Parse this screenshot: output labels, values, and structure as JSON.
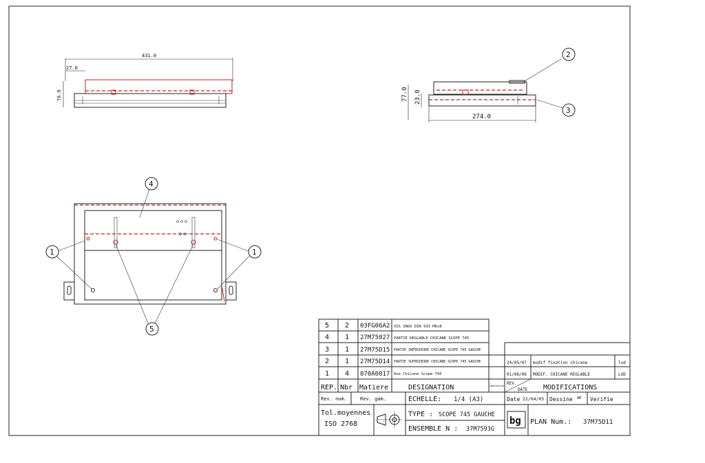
{
  "dimensions": {
    "top_width": "431.0",
    "top_small": "27.0",
    "top_height": "76.6",
    "side_height": "77.0",
    "side_small": "23.0",
    "side_width": "274.0"
  },
  "callouts": [
    "1",
    "1",
    "2",
    "3",
    "4",
    "5"
  ],
  "bom": [
    {
      "rep": "5",
      "nbr": "2",
      "matiere": "03FG06A2",
      "designation": "VIS INOX DIN 933 M6x8"
    },
    {
      "rep": "4",
      "nbr": "1",
      "matiere": "27M75027",
      "designation": "PARTIE REGLABLE CHICANE SCOPE 745"
    },
    {
      "rep": "3",
      "nbr": "1",
      "matiere": "27M75D15",
      "designation": "PARTIE INFERIEURE CHICANE SCOPE 745 GAUCHE"
    },
    {
      "rep": "2",
      "nbr": "1",
      "matiere": "27M75D14",
      "designation": "PARTIE SUPERIEURE CHICANE SCOPE 745 GAUCHE"
    },
    {
      "rep": "1",
      "nbr": "4",
      "matiere": "070A0017",
      "designation": "Axe Chicane Scope 745"
    }
  ],
  "modifications": [
    {
      "date": "24/05/07",
      "text": "modif fixation chicane",
      "by": "lud"
    },
    {
      "date": "01/06/06",
      "text": "MODIF. CHICANE REGLABLE",
      "by": "LUD"
    }
  ],
  "headers": {
    "rep_nbr": "REP.",
    "nbr": "Nbr",
    "matiere": "Matiere",
    "designation": "DESIGNATION",
    "imputation": "Imputation",
    "rev": "REV.",
    "date": "DATE",
    "modifications": "MODIFICATIONS"
  },
  "title_block": {
    "rev_nom": "Rev. nom.",
    "rev_gam": "Rev. gam.",
    "echelle_label": "ECHELLE:",
    "echelle_value": "1/4 (A3)",
    "date_label": "Date",
    "date_value": "22/04/05",
    "dessine_label": "Dessine",
    "dessine_value": "AM",
    "verifie_label": "Verifie",
    "tol_line1": "Tol.moyennes",
    "tol_line2": "ISO 2768",
    "type_label": "TYPE :",
    "type_value": "SCOPE 745 GAUCHE",
    "ensemble_label": "ENSEMBLE N :",
    "ensemble_value": "37M7593G",
    "logo": "bg",
    "plan_label": "PLAN Num.:",
    "plan_value": "37M75D11"
  }
}
